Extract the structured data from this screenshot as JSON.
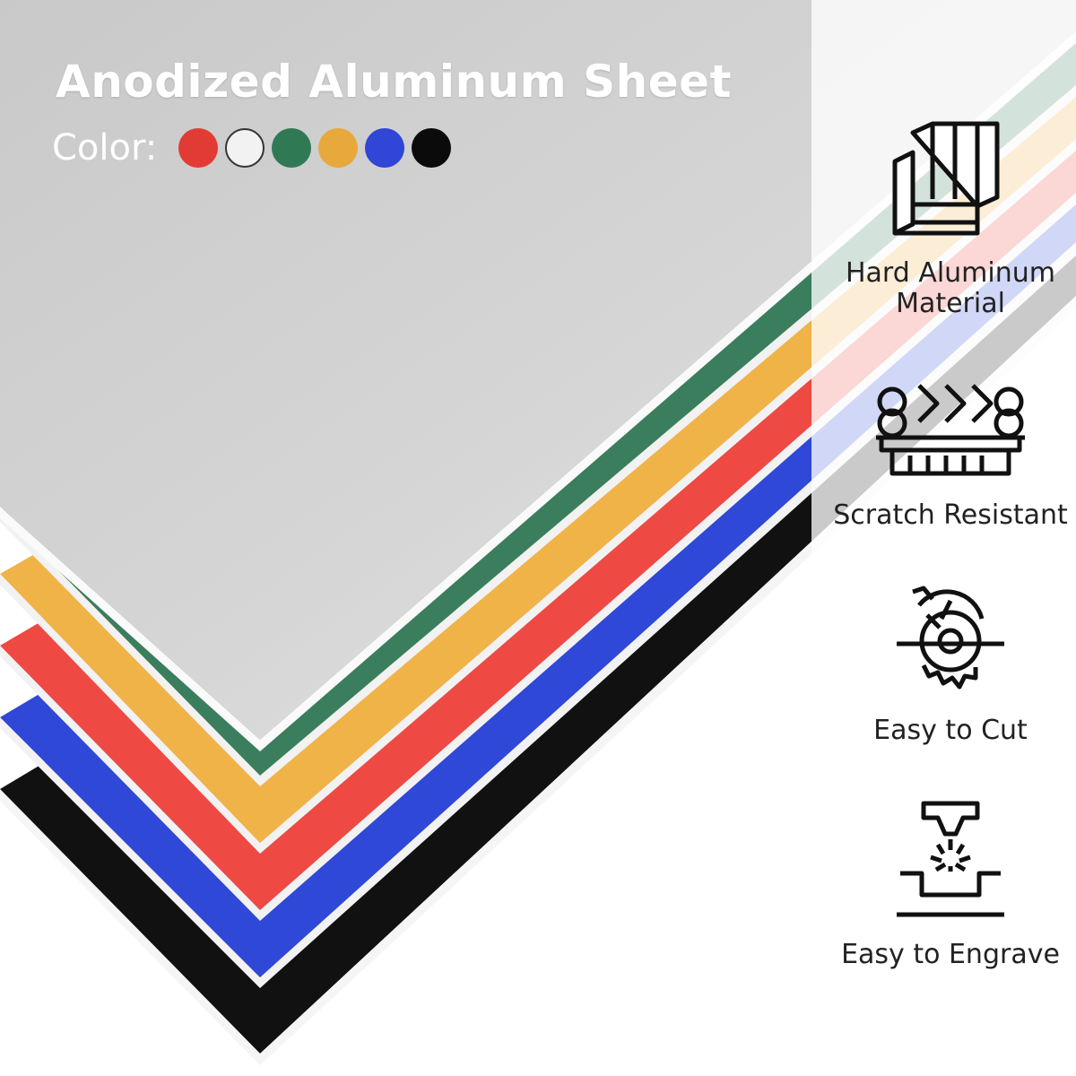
{
  "title": "Anodized Aluminum Sheet",
  "color_label": "Color:",
  "swatches": [
    {
      "name": "red",
      "color": "#e23b36"
    },
    {
      "name": "silver",
      "color": "#f2f2f2"
    },
    {
      "name": "green",
      "color": "#2f7a55"
    },
    {
      "name": "gold",
      "color": "#e8a93c"
    },
    {
      "name": "blue",
      "color": "#2f46d6"
    },
    {
      "name": "black",
      "color": "#0b0b0b"
    }
  ],
  "sheet_colors": {
    "silver": "#d8d8d8",
    "green": "#3a7e5d",
    "gold": "#f0b347",
    "red": "#ee4a43",
    "blue": "#2f48d8",
    "black": "#111111"
  },
  "features": [
    {
      "icon": "boards-icon",
      "label_lines": [
        "Hard Aluminum",
        "Material"
      ]
    },
    {
      "icon": "press-roller-icon",
      "label_lines": [
        "Scratch Resistant"
      ]
    },
    {
      "icon": "circular-saw-icon",
      "label_lines": [
        "Easy to Cut"
      ]
    },
    {
      "icon": "laser-engraver-icon",
      "label_lines": [
        "Easy to Engrave"
      ]
    }
  ]
}
